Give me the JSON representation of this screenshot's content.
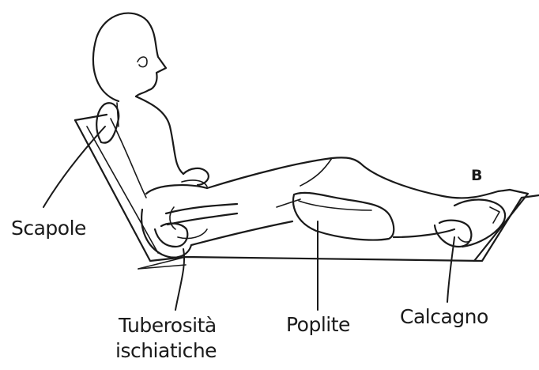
{
  "diagram": {
    "panel_letter": "B",
    "labels": {
      "scapole": "Scapole",
      "tuberosita_line1": "Tuberosità",
      "tuberosita_line2": "ischiatiche",
      "poplite": "Poplite",
      "calcagno": "Calcagno"
    }
  }
}
